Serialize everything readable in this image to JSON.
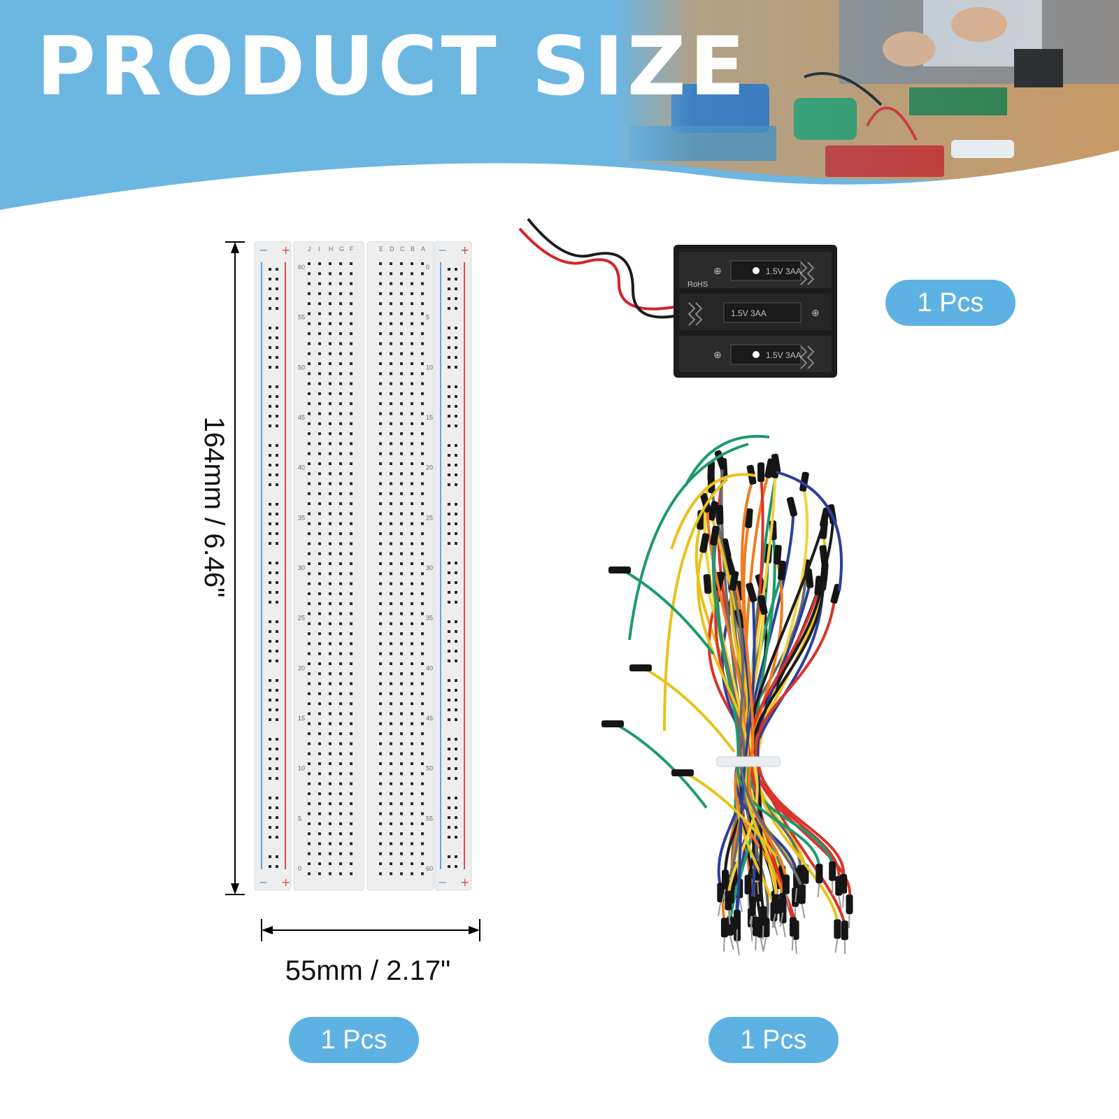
{
  "header": {
    "title": "PRODUCT SIZE",
    "banner_color": "#6cb6e2"
  },
  "breadboard": {
    "height_label": "164mm / 6.46\"",
    "width_label": "55mm / 2.17\"",
    "quantity_label": "1 Pcs",
    "left_column_letters": [
      "J",
      "I",
      "H",
      "G",
      "F"
    ],
    "right_column_letters": [
      "E",
      "D",
      "C",
      "B",
      "A"
    ],
    "row_numbers": [
      "60",
      "55",
      "50",
      "45",
      "40",
      "35",
      "30",
      "25",
      "20",
      "15",
      "10",
      "5",
      "0"
    ],
    "rail_symbols": {
      "minus": "−",
      "plus": "+"
    }
  },
  "battery_holder": {
    "quantity_label": "1 Pcs",
    "cell_labels": [
      "1.5V 3AA",
      "1.5V 3AA",
      "1.5V 3AA"
    ],
    "mark": "RoHS"
  },
  "jumper_wires": {
    "quantity_label": "1 Pcs",
    "wire_colors": [
      "#1f9a6e",
      "#e8c21c",
      "#d9342b",
      "#2c3f9c",
      "#ef7d20",
      "#6c6c6c",
      "#1b1b1b",
      "#f3d23a"
    ]
  },
  "colors": {
    "pill": "#5eb1e3",
    "rail_red": "#e04a4a",
    "rail_blue": "#5aa7e0"
  }
}
